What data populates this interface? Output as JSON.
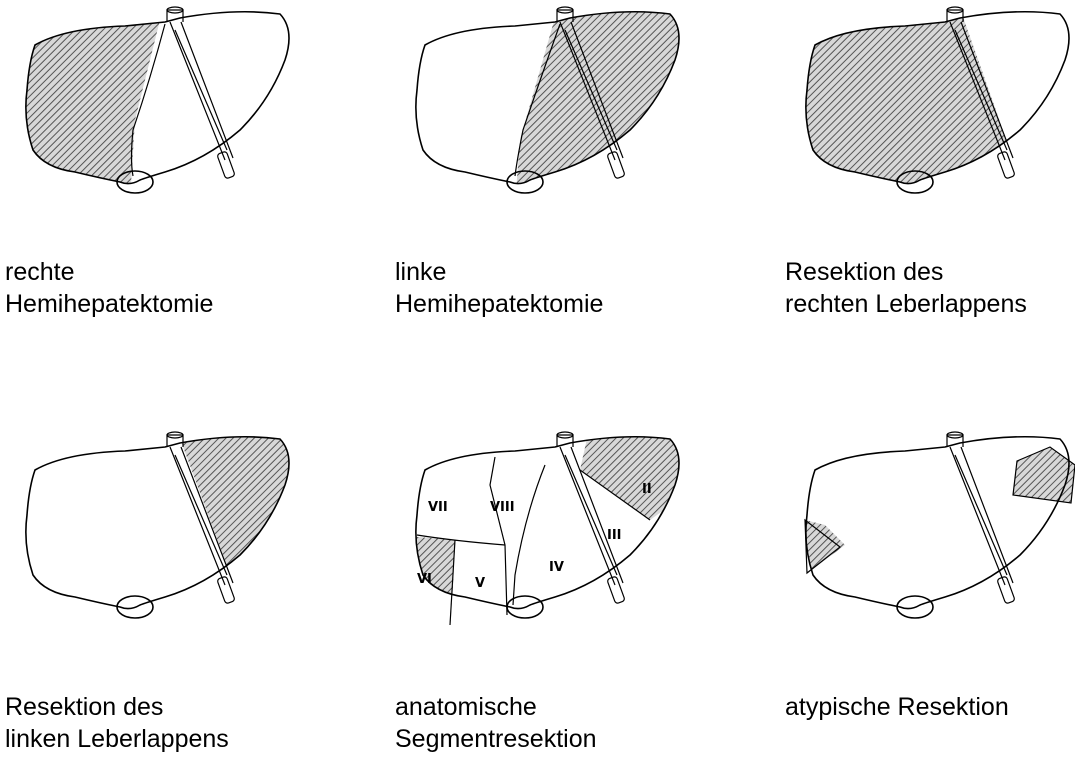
{
  "panels": [
    {
      "id": "rechte-hemihepatektomie",
      "caption": [
        "rechte",
        "Hemihepatektomie"
      ]
    },
    {
      "id": "linke-hemihepatektomie",
      "caption": [
        "linke",
        "Hemihepatektomie"
      ]
    },
    {
      "id": "resektion-rechter-leberlappen",
      "caption": [
        "Resektion des",
        "rechten Leberlappens"
      ]
    },
    {
      "id": "resektion-linker-leberlappen",
      "caption": [
        "Resektion des",
        "linken Leberlappens"
      ]
    },
    {
      "id": "anatomische-segmentresektion",
      "caption": [
        "anatomische",
        "Segmentresektion"
      ]
    },
    {
      "id": "atypische-resektion",
      "caption": [
        "atypische Resektion"
      ]
    }
  ],
  "segment_labels": [
    "VII",
    "VIII",
    "II",
    "III",
    "IV",
    "VI",
    "V"
  ],
  "colors": {
    "hatch": "#555555",
    "outline": "#000000",
    "background": "#ffffff"
  }
}
